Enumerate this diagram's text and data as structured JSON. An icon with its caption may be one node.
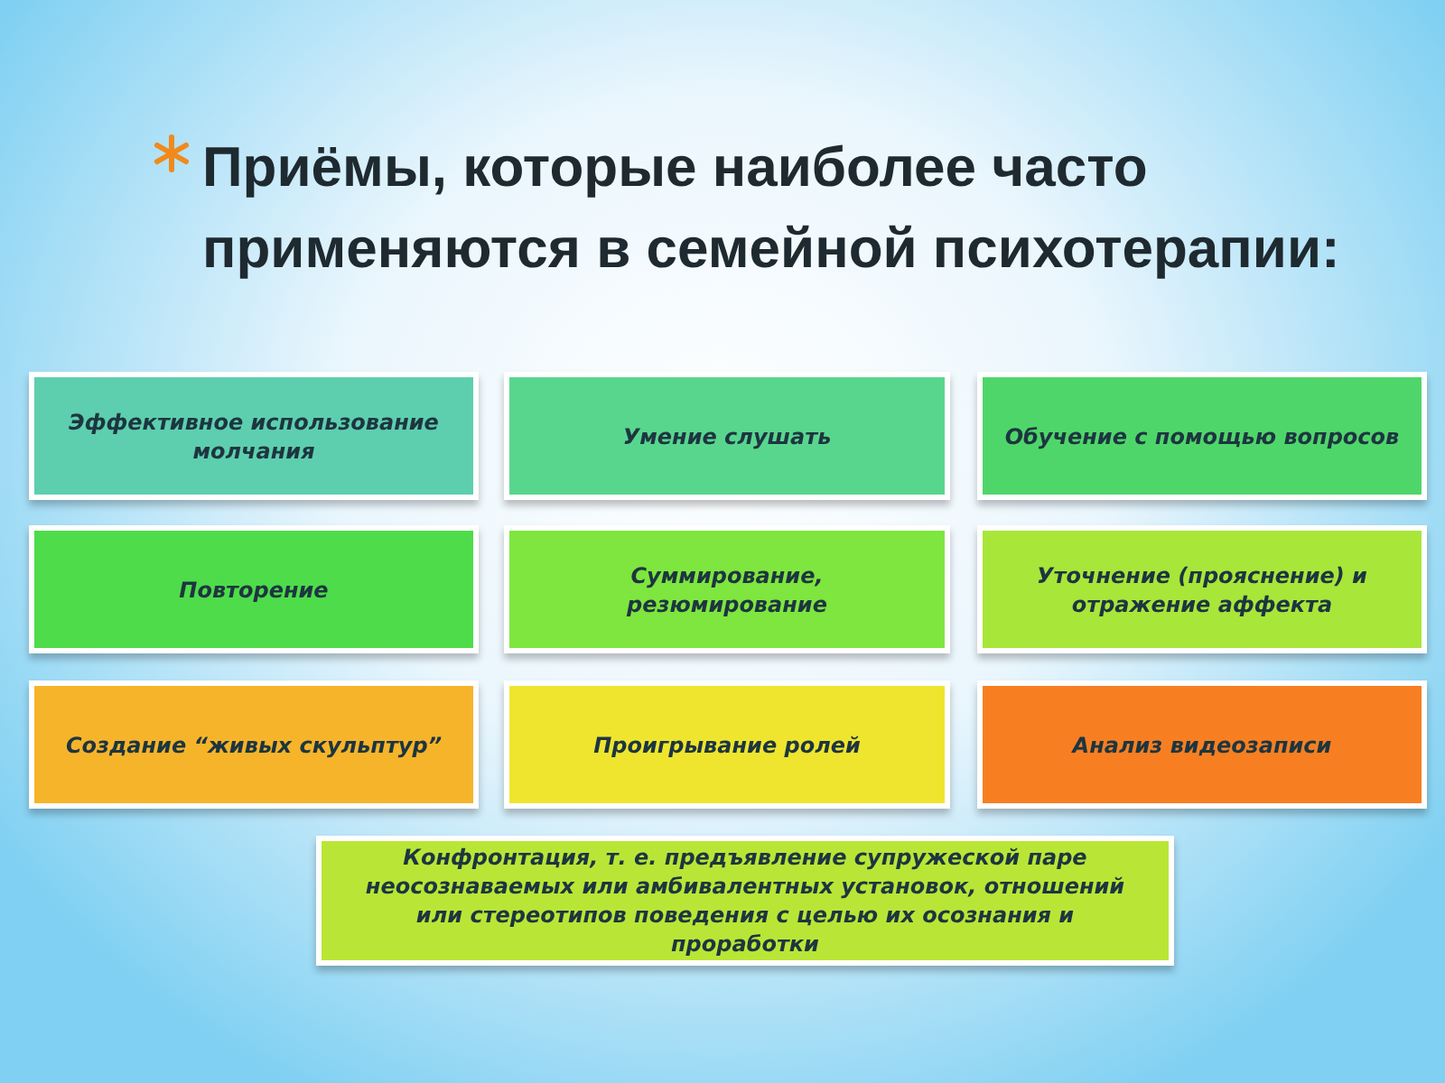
{
  "diagram": {
    "title": "Приёмы, которые наиболее часто применяются в семейной психотерапии:",
    "nodes": [
      {
        "text": [
          "Эффективное использование молчания"
        ]
      },
      {
        "text": [
          "Умение слушать"
        ]
      },
      {
        "text": [
          "Обучение с помощью вопросов"
        ]
      },
      {
        "text": [
          "Повторение"
        ]
      },
      {
        "text": [
          "Суммирование, резюмирование"
        ]
      },
      {
        "text": [
          "Уточнение (прояснение) и отражение аффекта"
        ]
      },
      {
        "text": [
          "Создание “живых скульптур”"
        ]
      },
      {
        "text": [
          "Проигрывание ролей"
        ]
      },
      {
        "text": [
          "Анализ видеозаписи"
        ]
      },
      {
        "text": [
          "Конфронтация, т. е. предъявление супружеской паре неосознаваемых или амбивалентных установок, отношений или стереотипов поведения с целью их осознания и проработки"
        ]
      }
    ],
    "edges": []
  }
}
